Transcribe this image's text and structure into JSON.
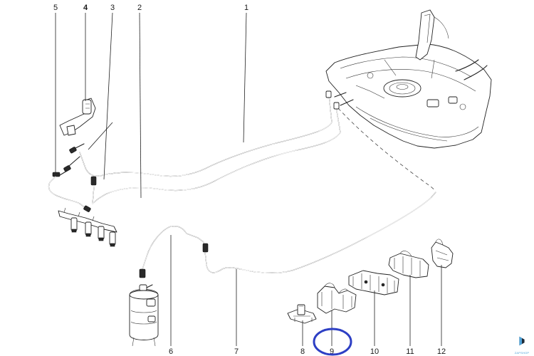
{
  "callouts": [
    {
      "id": "1",
      "label": "1"
    },
    {
      "id": "2",
      "label": "2"
    },
    {
      "id": "3",
      "label": "3"
    },
    {
      "id": "4",
      "label": "4"
    },
    {
      "id": "5",
      "label": "5"
    },
    {
      "id": "6",
      "label": "6"
    },
    {
      "id": "7",
      "label": "7"
    },
    {
      "id": "8",
      "label": "8"
    },
    {
      "id": "9",
      "label": "9"
    },
    {
      "id": "10",
      "label": "10"
    },
    {
      "id": "11",
      "label": "11"
    },
    {
      "id": "12",
      "label": "12"
    }
  ],
  "highlighted_part": "9",
  "brand": {
    "text": "ZAPSHOP"
  },
  "colors": {
    "highlight": "#2d3fc4",
    "line": "#222222",
    "brand": "#4fa3d9",
    "background": "#ffffff"
  }
}
